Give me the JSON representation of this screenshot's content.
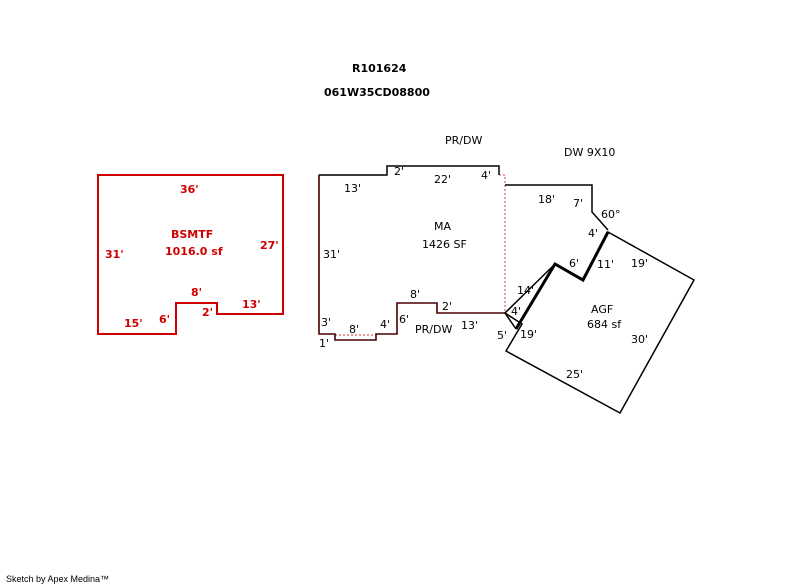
{
  "header": {
    "id": "R101624",
    "parcel": "061W35CD08800"
  },
  "colors": {
    "basement": "#d00000",
    "outline": "#000000",
    "interior_dash": "#e06060"
  },
  "bsmtf": {
    "name": "BSMTF",
    "area": "1016.0 sf",
    "dims": {
      "top": "36'",
      "left": "31'",
      "right": "27'",
      "bottom_left": "15'",
      "step_up": "6'",
      "step_top": "8'",
      "step_down": "2'",
      "bottom_right": "13'"
    }
  },
  "ma": {
    "name": "MA",
    "area": "1426 SF",
    "dims": {
      "top_left": "13'",
      "bump": "2'",
      "top_mid": "22'",
      "top_right": "4'",
      "left": "31'",
      "bl_vert": "3'",
      "bl_tiny": "1'",
      "bottom_8": "8'",
      "bottom_4": "4'",
      "notch_6": "6'",
      "notch_8": "8'",
      "notch_2": "2'",
      "bottom_13": "13'"
    }
  },
  "labels": {
    "prdw_top": "PR/DW",
    "prdw_bottom": "PR/DW",
    "dw": "DW 9X10"
  },
  "dw_dims": {
    "d18": "18'",
    "d7": "7'",
    "angle": "60°",
    "d4": "4'"
  },
  "agf": {
    "name": "AGF",
    "area": "684 sf",
    "dims": {
      "d6": "6'",
      "d11": "11'",
      "d19_top": "19'",
      "d14": "14'",
      "d4": "4'",
      "d5": "5'",
      "d19_left": "19'",
      "d30": "30'",
      "d25": "25'"
    }
  },
  "footer": "Sketch by Apex Medina™"
}
